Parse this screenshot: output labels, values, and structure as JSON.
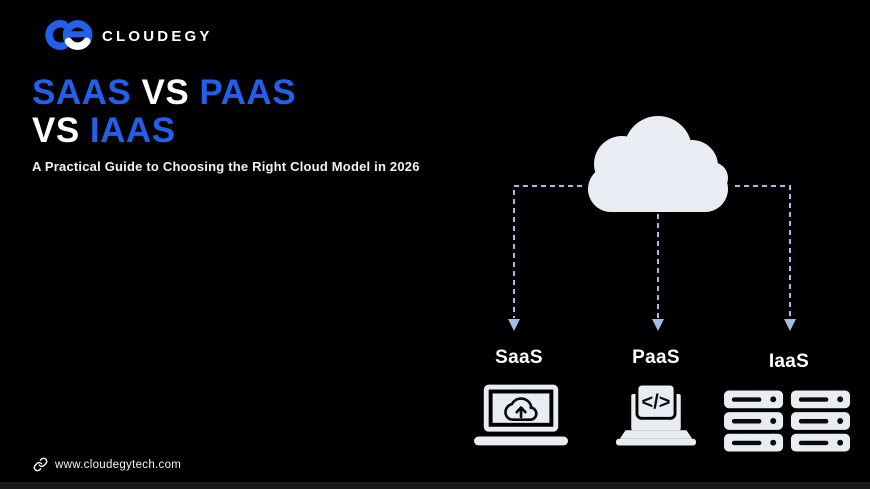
{
  "brand": {
    "name": "CLOUDEGY",
    "logo_icon": "cloudegy-ce-logo"
  },
  "title": {
    "l1a": "SAAS",
    "l1b": " VS ",
    "l1c": "PAAS",
    "l2a": "VS ",
    "l2b": "IAAS"
  },
  "subtitle": "A Practical Guide to Choosing the Right Cloud Model in 2026",
  "diagram": {
    "cloud_icon": "cloud-icon",
    "nodes": [
      {
        "label": "SaaS",
        "icon": "laptop-cloud-upload-icon"
      },
      {
        "label": "PaaS",
        "icon": "laptop-code-icon"
      },
      {
        "label": "IaaS",
        "icon": "server-racks-icon"
      }
    ],
    "paas_code_glyph": "</>"
  },
  "footer": {
    "icon": "link-icon",
    "url": "www.cloudegytech.com"
  },
  "colors": {
    "background": "#000000",
    "accent_blue": "#2260ea",
    "text_white": "#ffffff",
    "icon_light": "#e9edf3",
    "dash_line": "#a6bce2"
  }
}
